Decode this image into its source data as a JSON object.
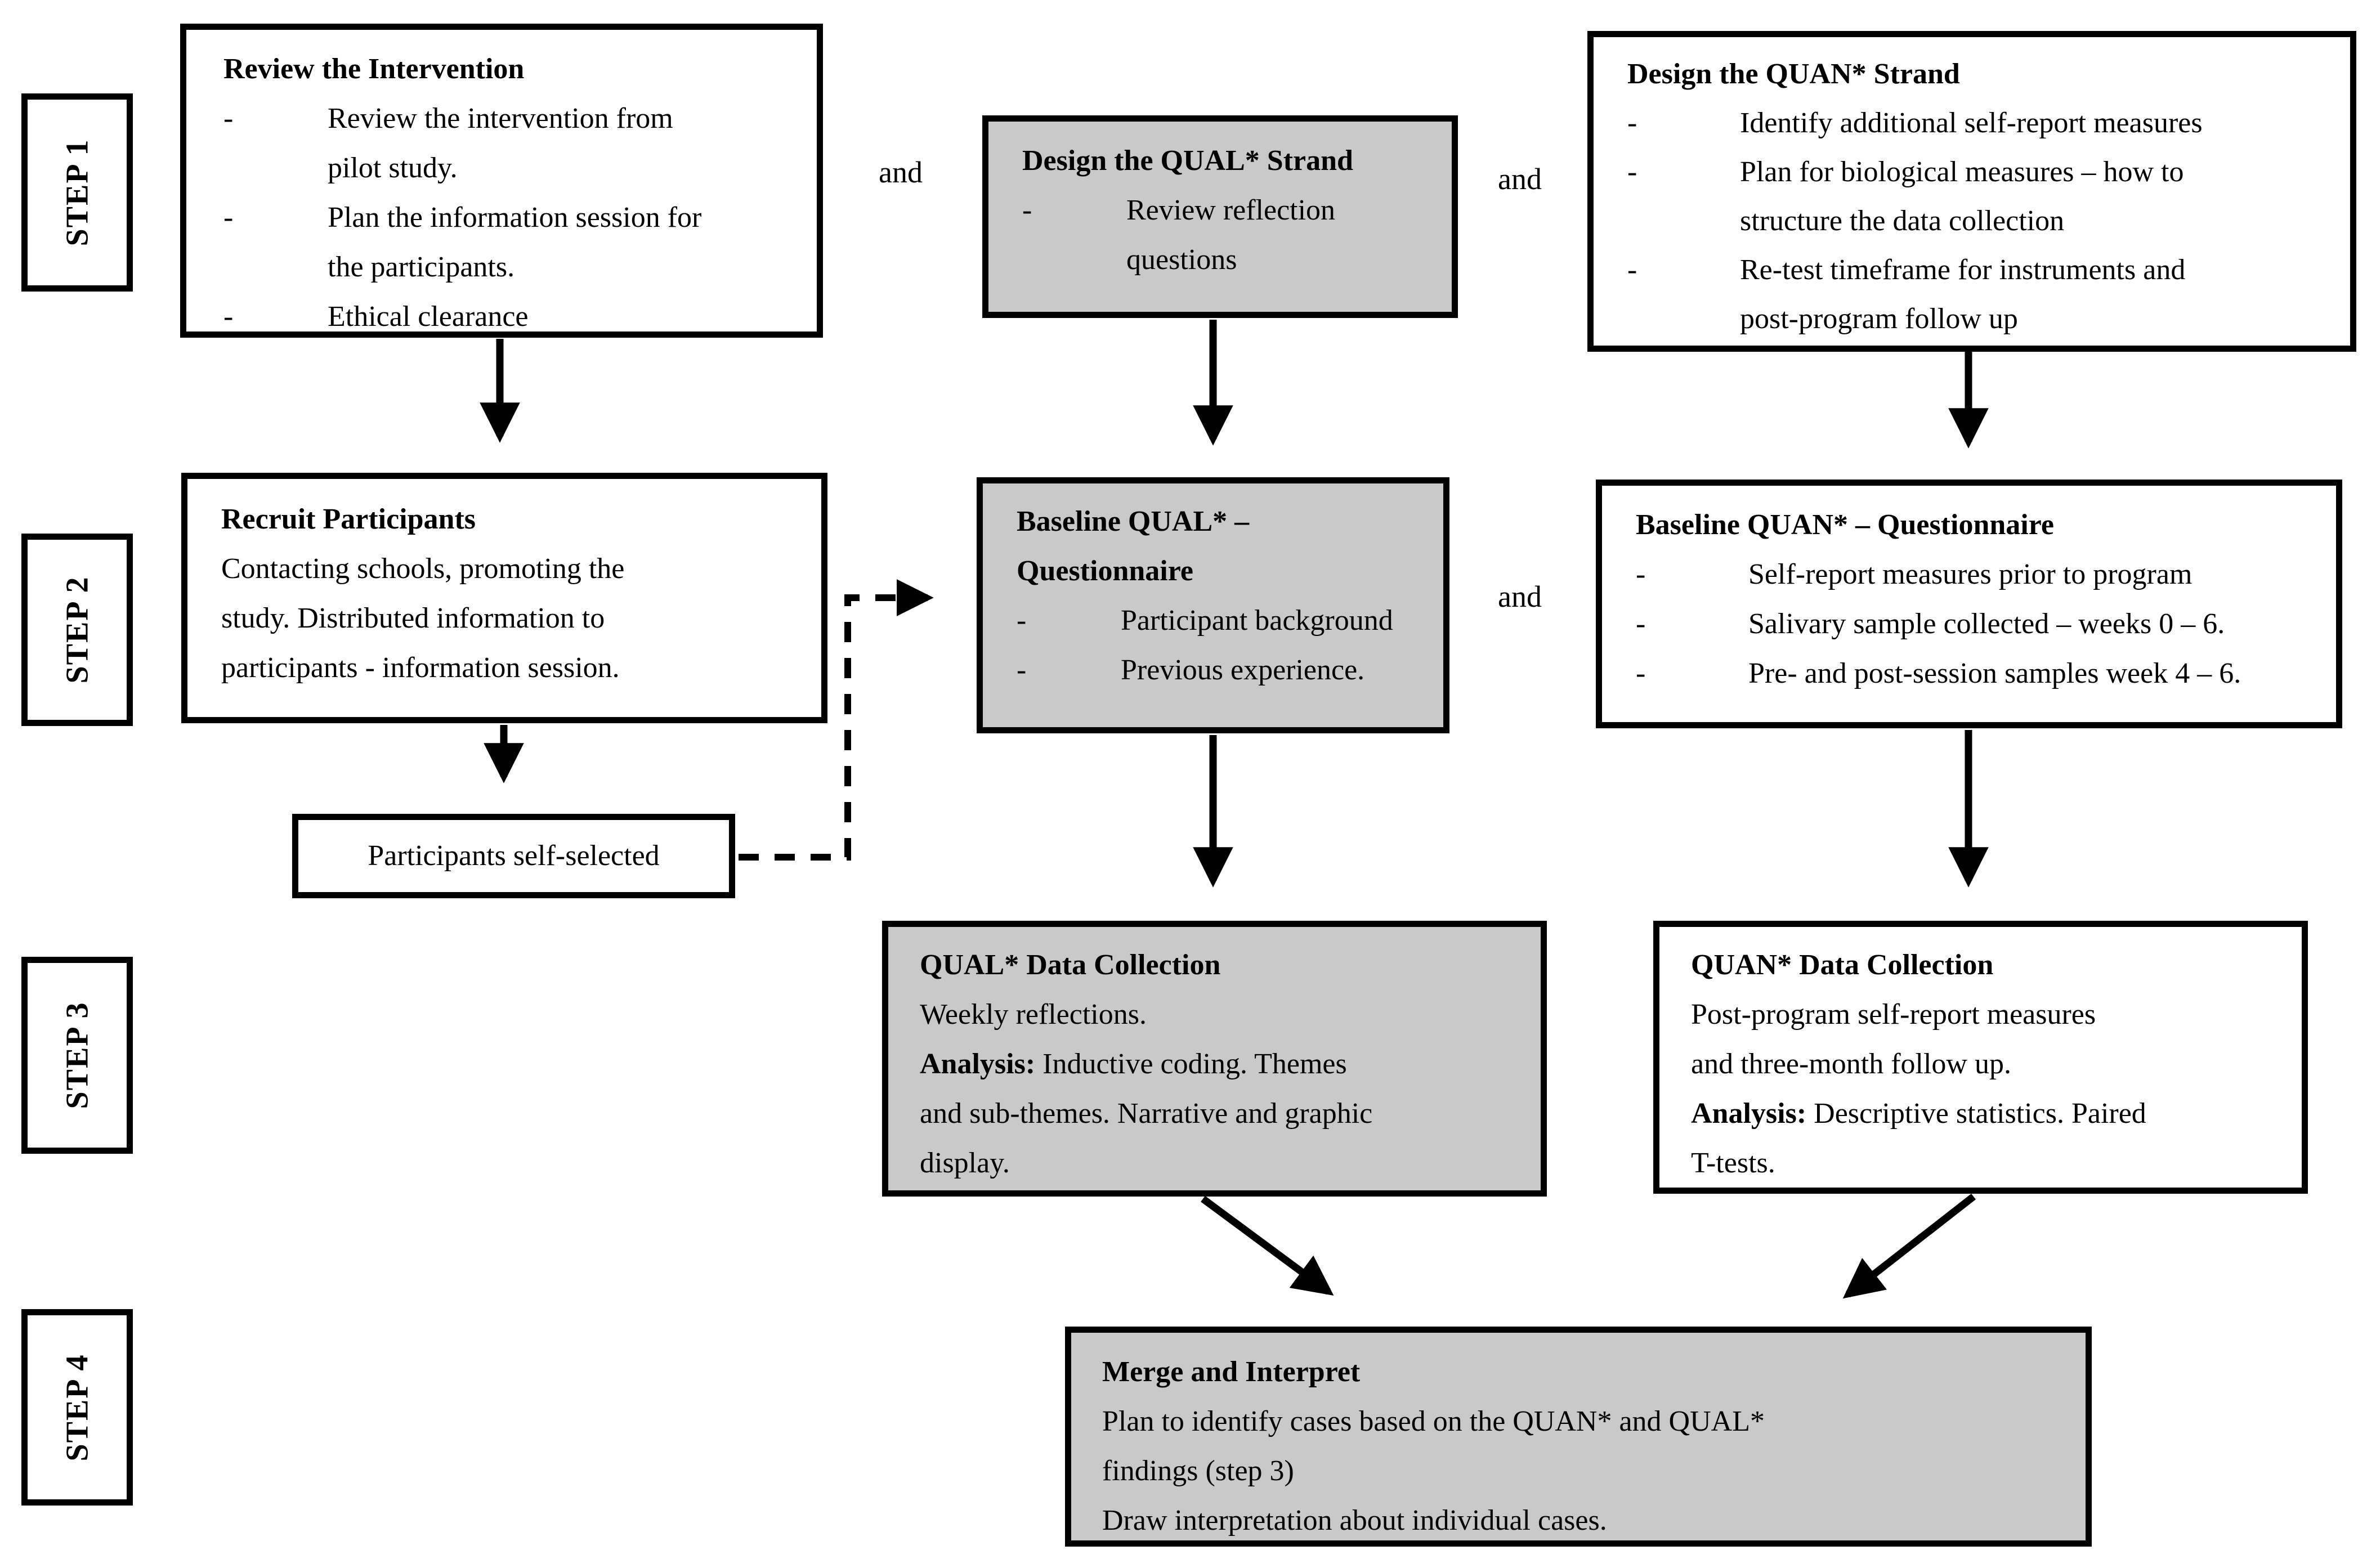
{
  "colors": {
    "box_border": "#000000",
    "gray_fill": "#c9c9c9",
    "white_fill": "#ffffff",
    "arrow": "#000000",
    "text": "#000000"
  },
  "glyphs": {
    "bullet_dash": "-"
  },
  "step_labels": [
    "STEP 1",
    "STEP 2",
    "STEP 3",
    "STEP 4"
  ],
  "connectors": {
    "and_row1_left": "and",
    "and_row1_right": "and",
    "and_row2": "and"
  },
  "boxes": {
    "review": {
      "title": "Review the Intervention",
      "bullets": [
        [
          "Review the intervention from",
          "pilot study."
        ],
        [
          "Plan the information session for",
          "the participants."
        ],
        [
          "Ethical clearance"
        ]
      ]
    },
    "design_qual": {
      "title": "Design the QUAL* Strand",
      "bullets": [
        [
          "Review reflection",
          "questions"
        ]
      ]
    },
    "design_quan": {
      "title": "Design the QUAN* Strand",
      "bullets": [
        [
          "Identify additional self-report measures"
        ],
        [
          "Plan for biological measures – how to",
          "structure the data collection"
        ],
        [
          "Re-test timeframe for instruments and",
          "post-program follow up"
        ]
      ]
    },
    "recruit": {
      "title": "Recruit Participants",
      "lines": [
        "Contacting schools, promoting the",
        "study. Distributed information to",
        "participants - information session."
      ]
    },
    "baseline_qual": {
      "title_lines": [
        "Baseline QUAL* –",
        "Questionnaire"
      ],
      "bullets": [
        [
          "Participant background"
        ],
        [
          "Previous experience."
        ]
      ]
    },
    "baseline_quan": {
      "title": "Baseline QUAN* – Questionnaire",
      "bullets": [
        [
          "Self-report measures prior to program"
        ],
        [
          "Salivary sample collected – weeks 0 – 6."
        ],
        [
          "Pre- and post-session samples week 4 – 6."
        ]
      ]
    },
    "self_selected": {
      "label": "Participants self-selected"
    },
    "qual_data": {
      "title": "QUAL* Data Collection",
      "line1": "Weekly reflections.",
      "analysis_label": "Analysis:",
      "analysis_line1": " Inductive coding.  Themes",
      "extra_lines": [
        "and sub-themes. Narrative and graphic",
        "display."
      ]
    },
    "quan_data": {
      "title": "QUAN* Data Collection",
      "lines": [
        "Post-program self-report measures",
        "and three-month follow up."
      ],
      "analysis_label": "Analysis:",
      "analysis_line1": " Descriptive statistics. Paired",
      "extra_lines": [
        "T-tests."
      ]
    },
    "merge": {
      "title": "Merge and Interpret",
      "lines": [
        "Plan to identify cases based on the QUAN* and QUAL*",
        "findings (step 3)",
        "Draw interpretation about individual cases."
      ]
    }
  }
}
